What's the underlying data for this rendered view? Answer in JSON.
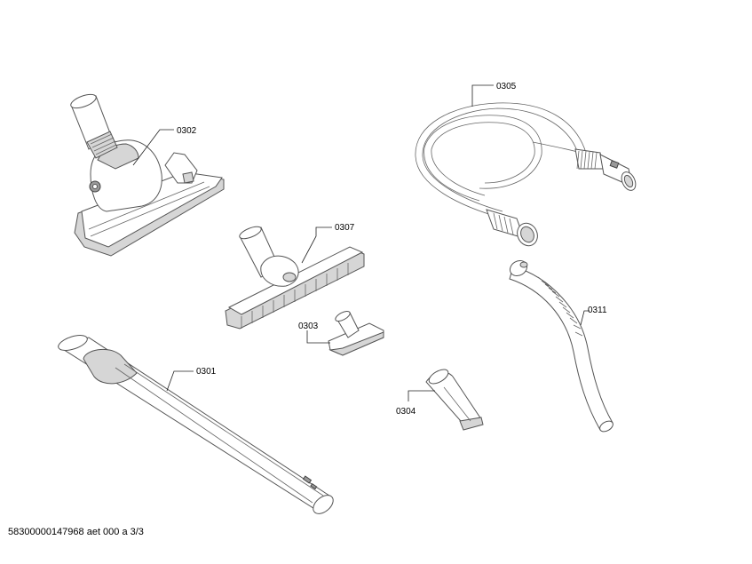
{
  "diagram": {
    "parts": [
      {
        "id": "floor-nozzle-combi",
        "callout": "0302"
      },
      {
        "id": "suction-hose",
        "callout": "0305"
      },
      {
        "id": "parquet-nozzle",
        "callout": "0307"
      },
      {
        "id": "upholstery-nozzle",
        "callout": "0303"
      },
      {
        "id": "hose-handle",
        "callout": "0311"
      },
      {
        "id": "telescopic-tube",
        "callout": "0301"
      },
      {
        "id": "crevice-nozzle",
        "callout": "0304"
      }
    ]
  },
  "footer": {
    "document_id": "58300000147968 aet 000 a 3/3"
  }
}
